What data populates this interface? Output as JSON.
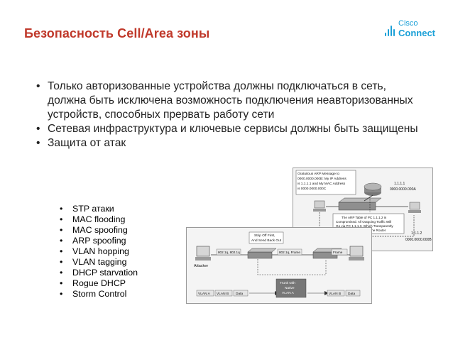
{
  "title": "Безопасность Cell/Area зоны",
  "logo": {
    "brand": "Cisco",
    "word": "Connect",
    "icon": "cisco-bars-icon",
    "color": "#1ba0d7"
  },
  "accent_color": "#c0392b",
  "bullets": [
    "Только авторизованные устройства должны подключаться в сеть, должна быть исключена возможность подключения неавторизованных устройств, способных прервать работу сети",
    "Сетевая инфраструктура и ключевые сервисы должны быть защищены",
    "Защита от атак"
  ],
  "attacks": [
    "STP атаки",
    "MAC flooding",
    "MAC spoofing",
    "ARP spoofing",
    "VLAN hopping",
    "VLAN tagging",
    "DHCP starvation",
    "Rogue DHCP",
    "Storm Control"
  ],
  "arp_figure": {
    "gratuitous": [
      "Gratuitous ARP Message to",
      "0000.0000.000B: My IP Address",
      "is 1.1.1.1 and My MAC Address",
      "is 0000.0000.000C"
    ],
    "router_ip": "1.1.1.1",
    "router_mac": "0000.0000.000A",
    "pc_ip": "1.1.1.2",
    "pc_mac": "0000.0000.000B",
    "table_note": [
      "The ARP Table of PC 1.1.1.2 is",
      "Compromised. All Outgoing Traffic Will",
      "Go via PC 1.1.1.3, Which Transparently",
      "Forwards the Traffic to the Router"
    ]
  },
  "vlan_figure": {
    "strip": [
      "Strip Off First,",
      "And Send Back Out"
    ],
    "tag1": "802.1q, 802.1q",
    "tag2": "802.1q, Frame",
    "frame": "Frame",
    "attacker": "Attacker",
    "row_left": [
      "VLAN A",
      "VLAN B",
      "Data"
    ],
    "trunk": [
      "Trunk with",
      "Native",
      "VLAN A"
    ],
    "row_right": [
      "VLAN B",
      "Data"
    ]
  }
}
